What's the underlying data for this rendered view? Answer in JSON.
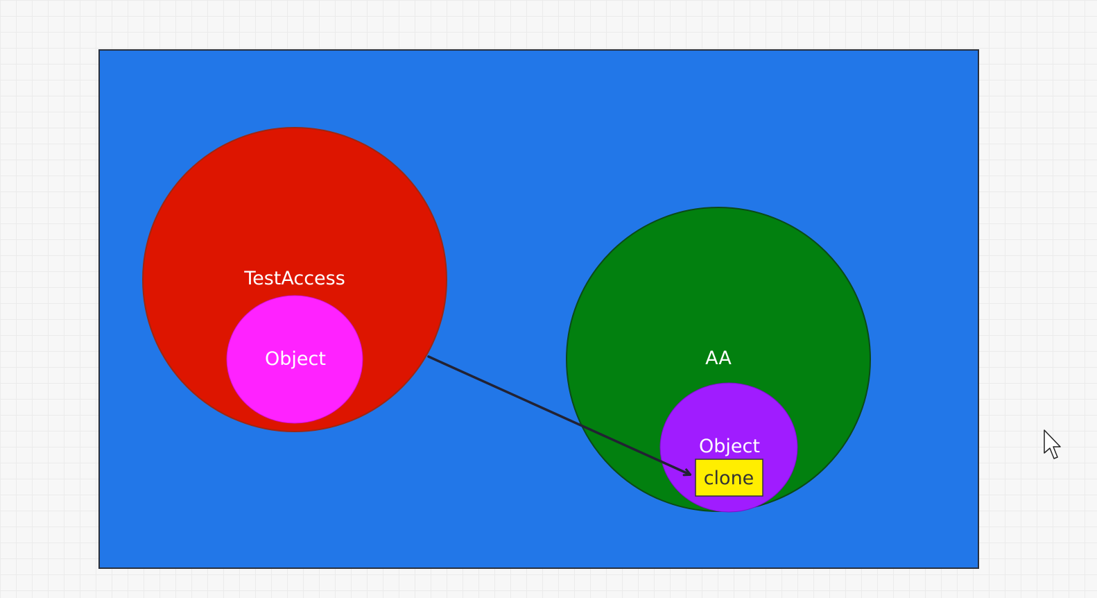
{
  "colors": {
    "panel": "#2277e8",
    "outer_left": "#dd1500",
    "inner_left": "#ff22ff",
    "outer_right": "#02800f",
    "inner_right": "#a01cff",
    "method_box": "#ffee00",
    "arrow": "#222233",
    "text_light": "#ffffff",
    "text_dark": "#333333"
  },
  "nodes": {
    "test_access": {
      "label": "TestAccess"
    },
    "test_access_object": {
      "label": "Object"
    },
    "aa": {
      "label": "AA"
    },
    "aa_object": {
      "label": "Object"
    },
    "clone_method": {
      "label": "clone"
    }
  },
  "edges": [
    {
      "from": "test_access",
      "to": "clone_method",
      "style": "arrow"
    }
  ],
  "cursor": {
    "icon": "mouse-pointer-icon"
  }
}
